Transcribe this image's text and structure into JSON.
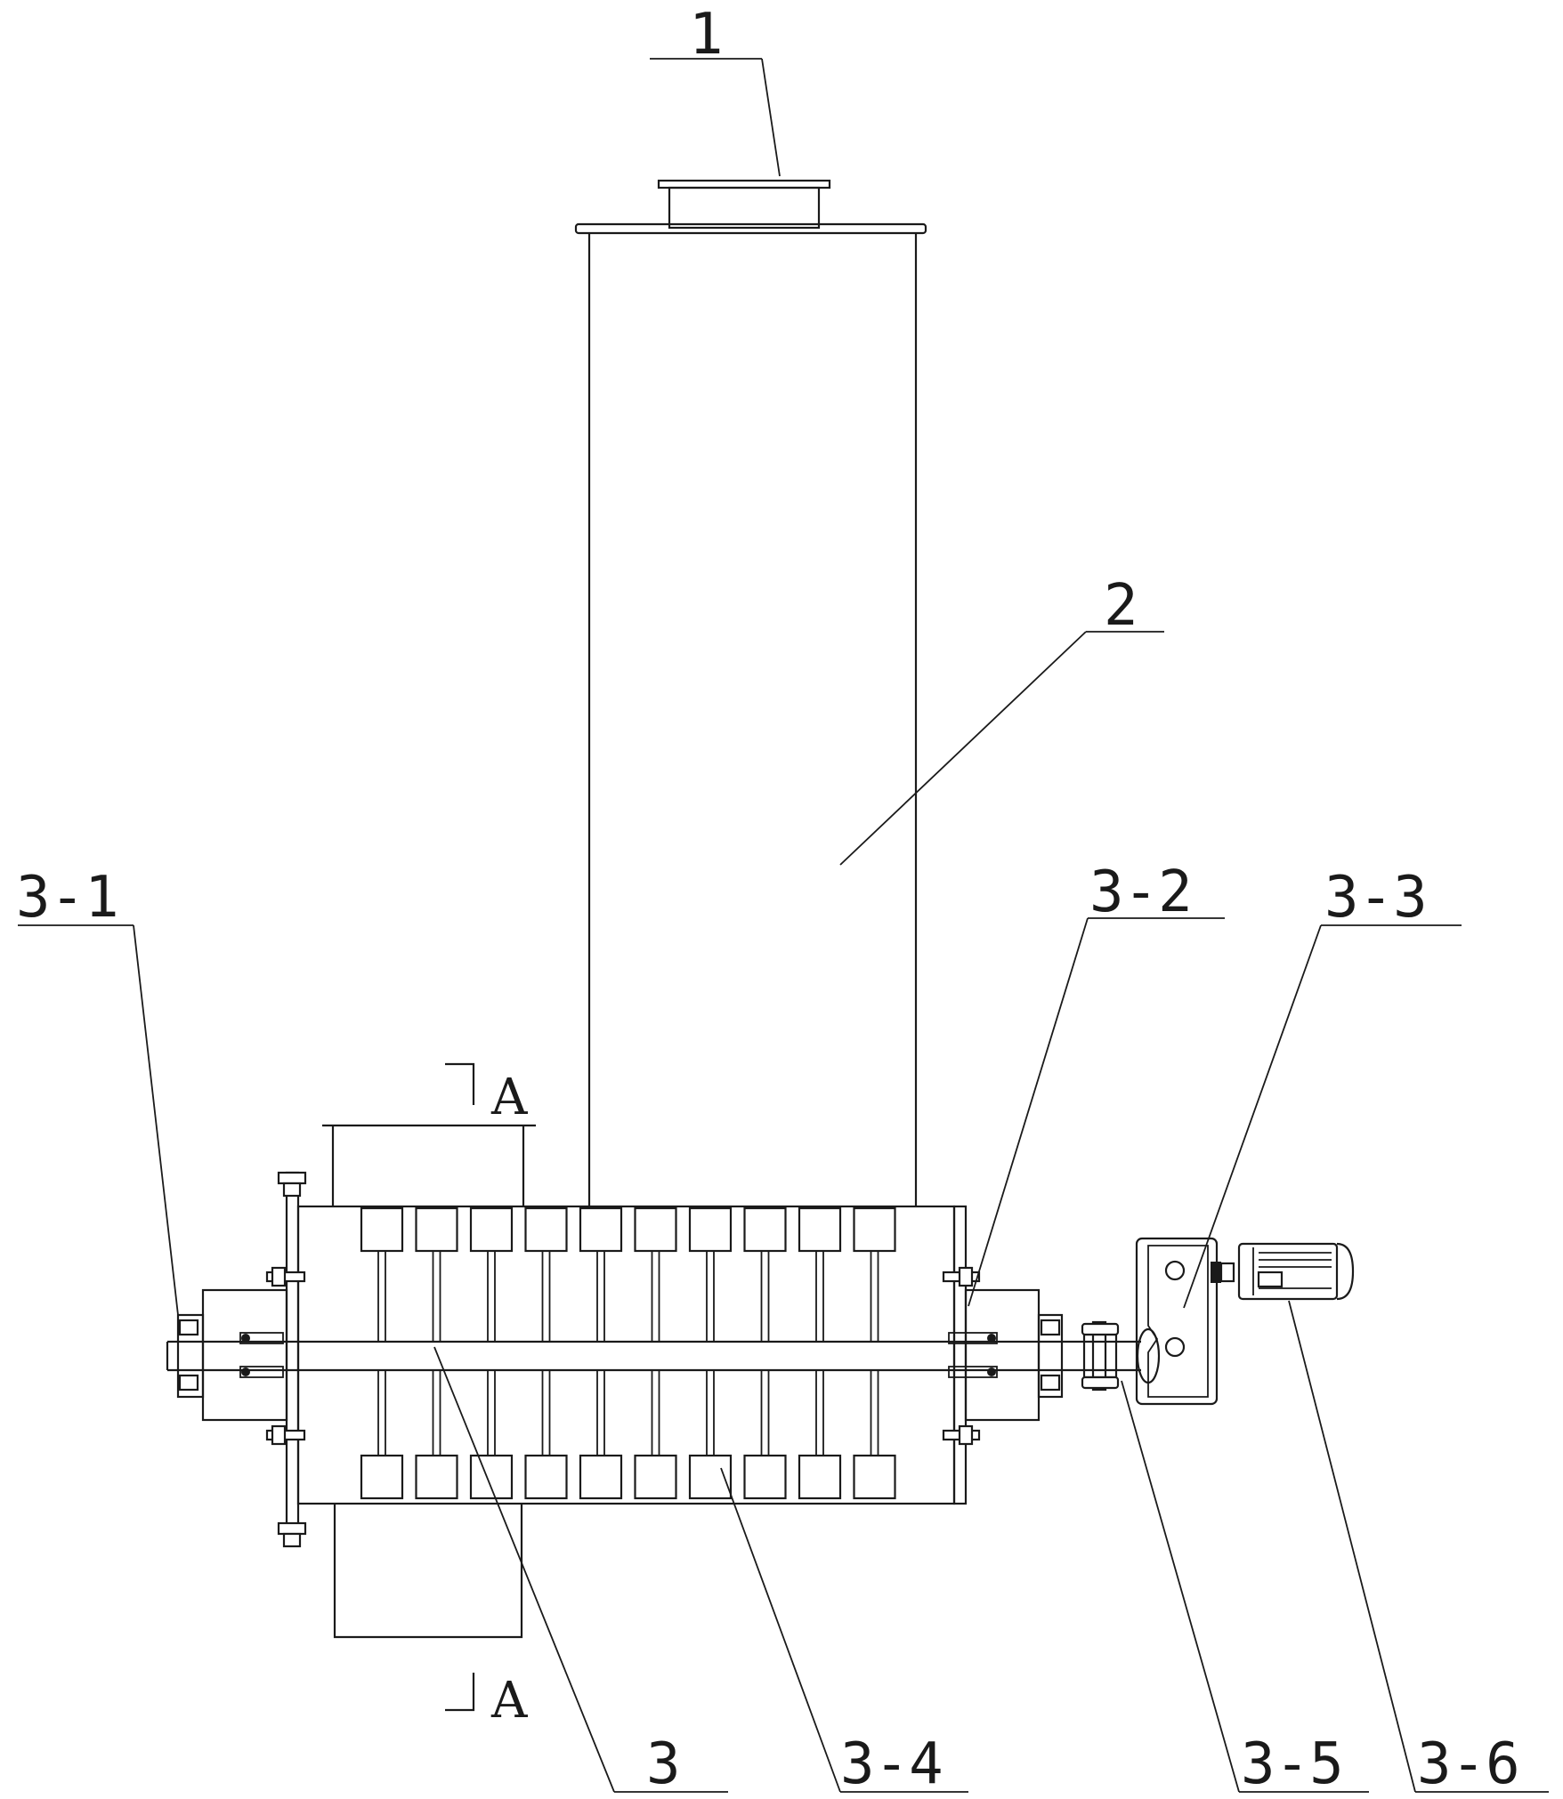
{
  "labels": {
    "l1": "1",
    "l2": "2",
    "l3": "3",
    "l3_1": "3-1",
    "l3_2": "3-2",
    "l3_3": "3-3",
    "l3_4": "3-4",
    "l3_5": "3-5",
    "l3_6": "3-6"
  },
  "section_marks": {
    "top": "A",
    "bottom": "A"
  },
  "colors": {
    "line": "#1a1a1a",
    "background": "#ffffff"
  }
}
